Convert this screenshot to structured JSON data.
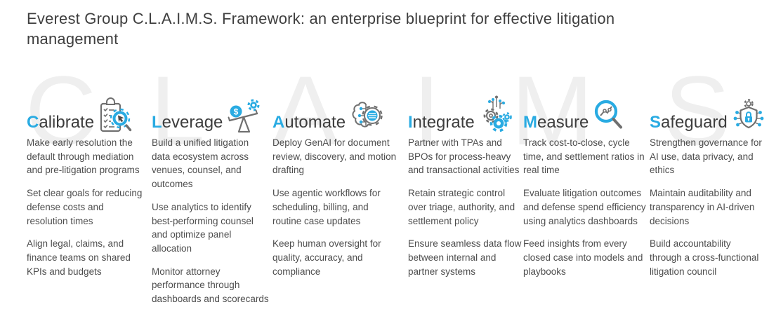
{
  "page": {
    "title": "Everest Group C.L.A.I.M.S. Framework: an enterprise blueprint for effective litigation management"
  },
  "watermark": {
    "letters": [
      "C",
      "L",
      "A",
      "I",
      "M",
      "S"
    ]
  },
  "colors": {
    "accent_blue": "#29abe2",
    "heading_text": "#3d3d3d",
    "body_text": "#4d4d4d",
    "watermark_gray": "#efefef",
    "icon_gray": "#707070"
  },
  "columns": [
    {
      "initial": "C",
      "rest": "alibrate",
      "icon": "clipboard-checklist-target-icon",
      "paragraphs": [
        "Make early resolution the default through mediation and pre-litigation programs",
        "Set clear goals for reducing defense costs and resolution times",
        "Align legal, claims, and finance teams on shared KPIs and budgets"
      ]
    },
    {
      "initial": "L",
      "rest": "everage",
      "icon": "balance-coin-gear-icon",
      "paragraphs": [
        "Build a unified litigation data ecosystem across venues, counsel, and outcomes",
        "Use analytics to identify best-performing counsel and optimize panel allocation",
        "Monitor attorney performance through dashboards and scorecards"
      ]
    },
    {
      "initial": "A",
      "rest": "utomate",
      "icon": "brain-gear-icon",
      "paragraphs": [
        "Deploy GenAI for document review, discovery, and motion drafting",
        "Use agentic workflows for scheduling, billing, and routine case updates",
        "Keep human oversight for quality, accuracy, and compliance"
      ]
    },
    {
      "initial": "I",
      "rest": "ntegrate",
      "icon": "gears-circuit-icon",
      "paragraphs": [
        "Partner with TPAs and BPOs for process-heavy and transactional activities",
        "Retain strategic control over triage, authority, and settlement policy",
        "Ensure seamless data flow between internal and partner systems"
      ]
    },
    {
      "initial": "M",
      "rest": "easure",
      "icon": "magnifier-trend-icon",
      "paragraphs": [
        "Track cost-to-close, cycle time, and settlement ratios in real time",
        "Evaluate litigation outcomes and defense spend efficiency using analytics dashboards",
        "Feed insights from every closed case into models and playbooks"
      ]
    },
    {
      "initial": "S",
      "rest": "afeguard",
      "icon": "shield-lock-circuit-icon",
      "paragraphs": [
        "Strengthen governance for AI use, data privacy, and ethics",
        "Maintain auditability and transparency in AI-driven decisions",
        "Build accountability through a cross-functional litigation council"
      ]
    }
  ]
}
